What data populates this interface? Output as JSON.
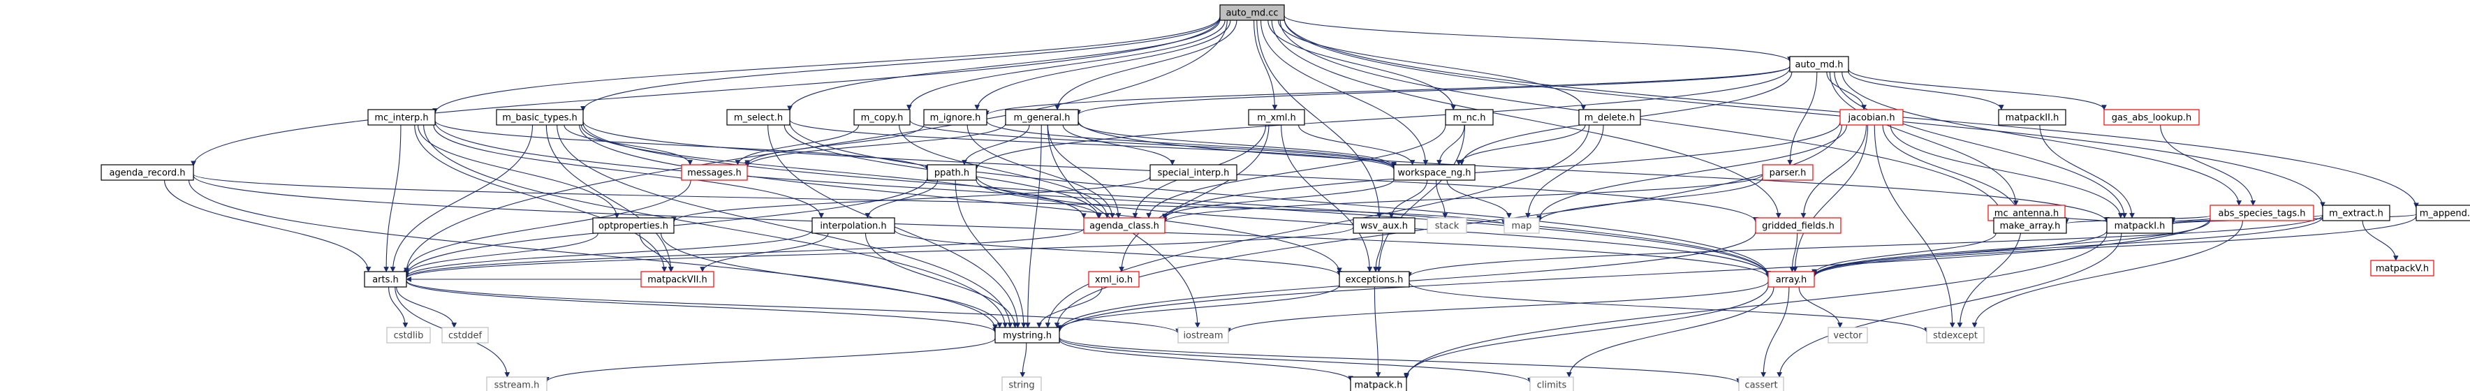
{
  "diagram": {
    "root": "auto_md.cc",
    "colors": {
      "edge": "#1a2b6b",
      "root_fill": "#bfbfbf",
      "node_fill": "#ffffff",
      "documented_border": "#000000",
      "external_border": "#bfbfbf",
      "external_text": "#444444",
      "highlight_border": "#ff0000"
    },
    "nodes": [
      {
        "id": "auto_md_cc",
        "label": "auto_md.cc",
        "kind": "root"
      },
      {
        "id": "auto_md_h",
        "label": "auto_md.h",
        "kind": "doc"
      },
      {
        "id": "mc_interp_h",
        "label": "mc_interp.h",
        "kind": "doc"
      },
      {
        "id": "m_basic_types_h",
        "label": "m_basic_types.h",
        "kind": "doc"
      },
      {
        "id": "m_select_h",
        "label": "m_select.h",
        "kind": "doc"
      },
      {
        "id": "m_copy_h",
        "label": "m_copy.h",
        "kind": "doc"
      },
      {
        "id": "m_ignore_h",
        "label": "m_ignore.h",
        "kind": "doc"
      },
      {
        "id": "m_general_h",
        "label": "m_general.h",
        "kind": "doc"
      },
      {
        "id": "m_xml_h",
        "label": "m_xml.h",
        "kind": "doc"
      },
      {
        "id": "m_nc_h",
        "label": "m_nc.h",
        "kind": "doc"
      },
      {
        "id": "m_delete_h",
        "label": "m_delete.h",
        "kind": "doc"
      },
      {
        "id": "jacobian_h",
        "label": "jacobian.h",
        "kind": "hl"
      },
      {
        "id": "matpackII_h",
        "label": "matpackII.h",
        "kind": "doc"
      },
      {
        "id": "gas_abs_lookup_h",
        "label": "gas_abs_lookup.h",
        "kind": "hl"
      },
      {
        "id": "m_extract_h",
        "label": "m_extract.h",
        "kind": "doc"
      },
      {
        "id": "m_append_h",
        "label": "m_append.h",
        "kind": "doc"
      },
      {
        "id": "agenda_record_h",
        "label": "agenda_record.h",
        "kind": "doc"
      },
      {
        "id": "messages_h",
        "label": "messages.h",
        "kind": "hl"
      },
      {
        "id": "ppath_h",
        "label": "ppath.h",
        "kind": "doc"
      },
      {
        "id": "special_interp_h",
        "label": "special_interp.h",
        "kind": "doc"
      },
      {
        "id": "workspace_ng_h",
        "label": "workspace_ng.h",
        "kind": "doc"
      },
      {
        "id": "parser_h",
        "label": "parser.h",
        "kind": "hl"
      },
      {
        "id": "mc_antenna_h",
        "label": "mc_antenna.h",
        "kind": "hl"
      },
      {
        "id": "abs_species_tags_h",
        "label": "abs_species_tags.h",
        "kind": "hl"
      },
      {
        "id": "optproperties_h",
        "label": "optproperties.h",
        "kind": "doc"
      },
      {
        "id": "interpolation_h",
        "label": "interpolation.h",
        "kind": "doc"
      },
      {
        "id": "agenda_class_h",
        "label": "agenda_class.h",
        "kind": "hl"
      },
      {
        "id": "stack",
        "label": "stack",
        "kind": "ext"
      },
      {
        "id": "map",
        "label": "map",
        "kind": "ext"
      },
      {
        "id": "gridded_fields_h",
        "label": "gridded_fields.h",
        "kind": "hl"
      },
      {
        "id": "make_array_h",
        "label": "make_array.h",
        "kind": "doc"
      },
      {
        "id": "matpackI_h",
        "label": "matpackI.h",
        "kind": "doc"
      },
      {
        "id": "matpackV_h",
        "label": "matpackV.h",
        "kind": "hl"
      },
      {
        "id": "wsv_aux_h",
        "label": "wsv_aux.h",
        "kind": "doc"
      },
      {
        "id": "arts_h",
        "label": "arts.h",
        "kind": "doc"
      },
      {
        "id": "matpackVII_h",
        "label": "matpackVII.h",
        "kind": "hl"
      },
      {
        "id": "exceptions_h",
        "label": "exceptions.h",
        "kind": "doc"
      },
      {
        "id": "array_h",
        "label": "array.h",
        "kind": "hl"
      },
      {
        "id": "xml_io_h",
        "label": "xml_io.h",
        "kind": "hl"
      },
      {
        "id": "cstdlib",
        "label": "cstdlib",
        "kind": "ext"
      },
      {
        "id": "cstddef",
        "label": "cstddef",
        "kind": "ext"
      },
      {
        "id": "mystring_h",
        "label": "mystring.h",
        "kind": "doc"
      },
      {
        "id": "iostream",
        "label": "iostream",
        "kind": "ext"
      },
      {
        "id": "vector",
        "label": "vector",
        "kind": "ext"
      },
      {
        "id": "stdexcept",
        "label": "stdexcept",
        "kind": "ext"
      },
      {
        "id": "sstream_h",
        "label": "sstream.h",
        "kind": "ext"
      },
      {
        "id": "string",
        "label": "string",
        "kind": "ext"
      },
      {
        "id": "matpack_h",
        "label": "matpack.h",
        "kind": "doc"
      },
      {
        "id": "climits",
        "label": "climits",
        "kind": "ext"
      },
      {
        "id": "cassert",
        "label": "cassert",
        "kind": "ext"
      }
    ],
    "edges": [
      [
        "auto_md_cc",
        "auto_md_h"
      ],
      [
        "auto_md_cc",
        "mc_interp_h"
      ],
      [
        "auto_md_cc",
        "m_basic_types_h"
      ],
      [
        "auto_md_cc",
        "m_select_h"
      ],
      [
        "auto_md_cc",
        "m_copy_h"
      ],
      [
        "auto_md_cc",
        "m_ignore_h"
      ],
      [
        "auto_md_cc",
        "m_general_h"
      ],
      [
        "auto_md_cc",
        "m_xml_h"
      ],
      [
        "auto_md_cc",
        "m_nc_h"
      ],
      [
        "auto_md_cc",
        "m_delete_h"
      ],
      [
        "auto_md_cc",
        "m_extract_h"
      ],
      [
        "auto_md_cc",
        "m_append_h"
      ],
      [
        "auto_md_cc",
        "agenda_record_h"
      ],
      [
        "auto_md_cc",
        "workspace_ng_h"
      ],
      [
        "auto_md_cc",
        "wsv_aux_h"
      ],
      [
        "auto_md_cc",
        "arts_h"
      ],
      [
        "auto_md_cc",
        "gridded_fields_h"
      ],
      [
        "auto_md_cc",
        "make_array_h"
      ],
      [
        "auto_md_h",
        "matpackII_h"
      ],
      [
        "auto_md_h",
        "gas_abs_lookup_h"
      ],
      [
        "auto_md_h",
        "jacobian_h"
      ],
      [
        "auto_md_h",
        "parser_h"
      ],
      [
        "auto_md_h",
        "mc_antenna_h"
      ],
      [
        "auto_md_h",
        "abs_species_tags_h"
      ],
      [
        "auto_md_h",
        "m_general_h"
      ],
      [
        "auto_md_h",
        "workspace_ng_h"
      ],
      [
        "auto_md_h",
        "ppath_h"
      ],
      [
        "auto_md_h",
        "matpackI_h"
      ],
      [
        "auto_md_h",
        "m_ignore_h"
      ],
      [
        "mc_interp_h",
        "arts_h"
      ],
      [
        "mc_interp_h",
        "optproperties_h"
      ],
      [
        "mc_interp_h",
        "interpolation_h"
      ],
      [
        "mc_interp_h",
        "ppath_h"
      ],
      [
        "mc_interp_h",
        "matpackVII_h"
      ],
      [
        "mc_interp_h",
        "array_h"
      ],
      [
        "mc_interp_h",
        "mystring_h"
      ],
      [
        "m_basic_types_h",
        "messages_h"
      ],
      [
        "m_basic_types_h",
        "agenda_class_h"
      ],
      [
        "m_basic_types_h",
        "arts_h"
      ],
      [
        "m_basic_types_h",
        "matpackVII_h"
      ],
      [
        "m_basic_types_h",
        "gridded_fields_h"
      ],
      [
        "m_basic_types_h",
        "exceptions_h"
      ],
      [
        "m_basic_types_h",
        "mystring_h"
      ],
      [
        "m_basic_types_h",
        "array_h"
      ],
      [
        "m_select_h",
        "array_h"
      ],
      [
        "m_select_h",
        "mystring_h"
      ],
      [
        "m_select_h",
        "agenda_class_h"
      ],
      [
        "m_select_h",
        "workspace_ng_h"
      ],
      [
        "m_copy_h",
        "messages_h"
      ],
      [
        "m_copy_h",
        "agenda_class_h"
      ],
      [
        "m_copy_h",
        "workspace_ng_h"
      ],
      [
        "m_ignore_h",
        "messages_h"
      ],
      [
        "m_ignore_h",
        "workspace_ng_h"
      ],
      [
        "m_ignore_h",
        "agenda_class_h"
      ],
      [
        "m_general_h",
        "messages_h"
      ],
      [
        "m_general_h",
        "ppath_h"
      ],
      [
        "m_general_h",
        "special_interp_h"
      ],
      [
        "m_general_h",
        "agenda_class_h"
      ],
      [
        "m_general_h",
        "workspace_ng_h"
      ],
      [
        "m_general_h",
        "iostream"
      ],
      [
        "m_general_h",
        "mystring_h"
      ],
      [
        "m_general_h",
        "matpackI_h"
      ],
      [
        "m_xml_h",
        "xml_io_h"
      ],
      [
        "m_xml_h",
        "agenda_class_h"
      ],
      [
        "m_xml_h",
        "exceptions_h"
      ],
      [
        "m_xml_h",
        "workspace_ng_h"
      ],
      [
        "m_nc_h",
        "agenda_class_h"
      ],
      [
        "m_nc_h",
        "workspace_ng_h"
      ],
      [
        "m_nc_h",
        "exceptions_h"
      ],
      [
        "m_delete_h",
        "workspace_ng_h"
      ],
      [
        "m_delete_h",
        "mystring_h"
      ],
      [
        "m_delete_h",
        "map"
      ],
      [
        "jacobian_h",
        "agenda_class_h"
      ],
      [
        "jacobian_h",
        "array_h"
      ],
      [
        "jacobian_h",
        "map"
      ],
      [
        "jacobian_h",
        "make_array_h"
      ],
      [
        "jacobian_h",
        "mystring_h"
      ],
      [
        "jacobian_h",
        "stdexcept"
      ],
      [
        "jacobian_h",
        "gridded_fields_h"
      ],
      [
        "jacobian_h",
        "matpackI_h"
      ],
      [
        "matpackII_h",
        "matpackI_h"
      ],
      [
        "gas_abs_lookup_h",
        "abs_species_tags_h"
      ],
      [
        "m_extract_h",
        "matpackI_h"
      ],
      [
        "m_extract_h",
        "matpackV_h"
      ],
      [
        "m_extract_h",
        "array_h"
      ],
      [
        "m_extract_h",
        "exceptions_h"
      ],
      [
        "m_append_h",
        "array_h"
      ],
      [
        "m_append_h",
        "matpackI_h"
      ],
      [
        "agenda_record_h",
        "arts_h"
      ],
      [
        "agenda_record_h",
        "mystring_h"
      ],
      [
        "agenda_record_h",
        "array_h"
      ],
      [
        "agenda_record_h",
        "map"
      ],
      [
        "messages_h",
        "arts_h"
      ],
      [
        "ppath_h",
        "arts_h"
      ],
      [
        "ppath_h",
        "agenda_class_h"
      ],
      [
        "ppath_h",
        "interpolation_h"
      ],
      [
        "ppath_h",
        "mystring_h"
      ],
      [
        "ppath_h",
        "array_h"
      ],
      [
        "special_interp_h",
        "optproperties_h"
      ],
      [
        "workspace_ng_h",
        "stack"
      ],
      [
        "workspace_ng_h",
        "map"
      ],
      [
        "workspace_ng_h",
        "wsv_aux_h"
      ],
      [
        "workspace_ng_h",
        "agenda_class_h"
      ],
      [
        "parser_h",
        "map"
      ],
      [
        "parser_h",
        "agenda_class_h"
      ],
      [
        "mc_antenna_h",
        "matpackI_h"
      ],
      [
        "mc_antenna_h",
        "stdexcept"
      ],
      [
        "abs_species_tags_h",
        "matpackI_h"
      ],
      [
        "abs_species_tags_h",
        "array_h"
      ],
      [
        "abs_species_tags_h",
        "stdexcept"
      ],
      [
        "abs_species_tags_h",
        "mystring_h"
      ],
      [
        "abs_species_tags_h",
        "make_array_h"
      ],
      [
        "optproperties_h",
        "arts_h"
      ],
      [
        "optproperties_h",
        "matpackVII_h"
      ],
      [
        "optproperties_h",
        "mystring_h"
      ],
      [
        "interpolation_h",
        "arts_h"
      ],
      [
        "interpolation_h",
        "mystring_h"
      ],
      [
        "interpolation_h",
        "exceptions_h"
      ],
      [
        "interpolation_h",
        "matpackVII_h"
      ],
      [
        "agenda_class_h",
        "arts_h"
      ],
      [
        "gridded_fields_h",
        "array_h"
      ],
      [
        "gridded_fields_h",
        "mystring_h"
      ],
      [
        "make_array_h",
        "array_h"
      ],
      [
        "matpackI_h",
        "array_h"
      ],
      [
        "matpackI_h",
        "matpack_h"
      ],
      [
        "matpackI_h",
        "cassert"
      ],
      [
        "wsv_aux_h",
        "arts_h"
      ],
      [
        "wsv_aux_h",
        "exceptions_h"
      ],
      [
        "arts_h",
        "cstdlib"
      ],
      [
        "arts_h",
        "cstddef"
      ],
      [
        "arts_h",
        "iostream"
      ],
      [
        "arts_h",
        "mystring_h"
      ],
      [
        "arts_h",
        "sstream_h"
      ],
      [
        "matpackVII_h",
        "arts_h"
      ],
      [
        "exceptions_h",
        "mystring_h"
      ],
      [
        "exceptions_h",
        "stdexcept"
      ],
      [
        "exceptions_h",
        "matpack_h"
      ],
      [
        "array_h",
        "iostream"
      ],
      [
        "array_h",
        "vector"
      ],
      [
        "array_h",
        "climits"
      ],
      [
        "array_h",
        "cassert"
      ],
      [
        "array_h",
        "matpack_h"
      ],
      [
        "xml_io_h",
        "mystring_h"
      ],
      [
        "mystring_h",
        "string"
      ],
      [
        "mystring_h",
        "sstream_h"
      ],
      [
        "mystring_h",
        "climits"
      ],
      [
        "mystring_h",
        "matpack_h"
      ],
      [
        "mystring_h",
        "cassert"
      ]
    ]
  }
}
